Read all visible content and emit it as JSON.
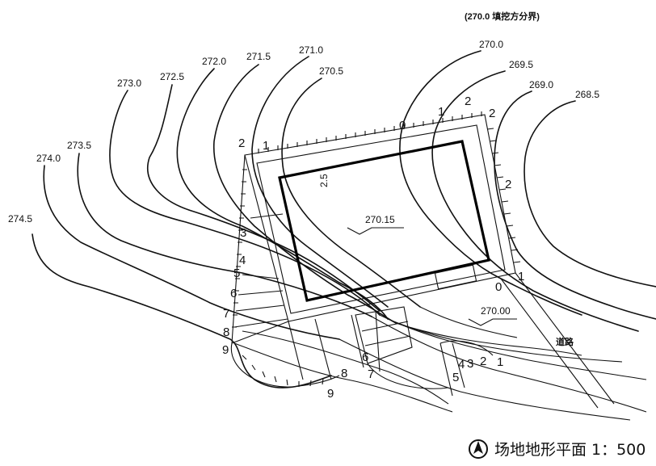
{
  "header_note": "(270.0 填挖方分界)",
  "contour_labels": [
    "274.5",
    "274.0",
    "273.5",
    "273.0",
    "272.5",
    "272.0",
    "271.5",
    "271.0",
    "270.5",
    "270.0",
    "269.5",
    "269.0",
    "268.5"
  ],
  "platform": {
    "elevation": "270.15",
    "lower_elevation": "270.00"
  },
  "road_label": "道路",
  "slope_label": "2.5",
  "top_edge_ticks": [
    "2",
    "1",
    "0",
    "1",
    "2",
    "2"
  ],
  "left_ticks": [
    "3",
    "4",
    "5",
    "6",
    "7",
    "8",
    "9"
  ],
  "bottom_ticks": [
    "9",
    "8",
    "7",
    "6",
    "5",
    "4",
    "3",
    "2",
    "1"
  ],
  "right_ticks": [
    "2",
    "1",
    "0"
  ],
  "footer": {
    "title": "场地地形平面",
    "scale": "1：500"
  }
}
